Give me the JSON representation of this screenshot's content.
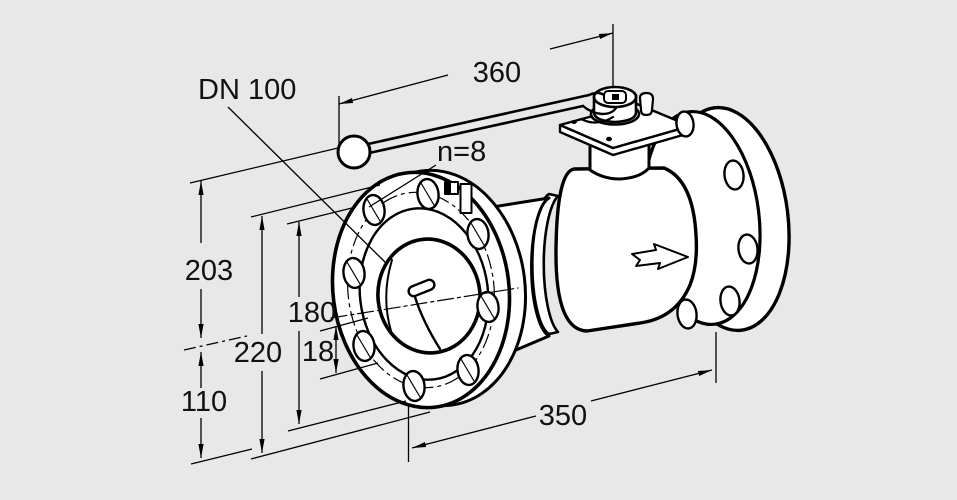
{
  "drawing": {
    "labels": {
      "nominal_diameter": "DN 100",
      "bolt_count": "n=8"
    },
    "dimensions": {
      "handle_length": "360",
      "height_center_to_handle": "203",
      "flange_outer_diameter": "220",
      "height_center_to_bottom": "110",
      "bolt_circle_diameter": "180",
      "bolt_hole_diameter": "18",
      "face_to_face_length": "350"
    },
    "colors": {
      "background": "#e8e8e8",
      "line": "#000000",
      "text": "#111111"
    }
  }
}
